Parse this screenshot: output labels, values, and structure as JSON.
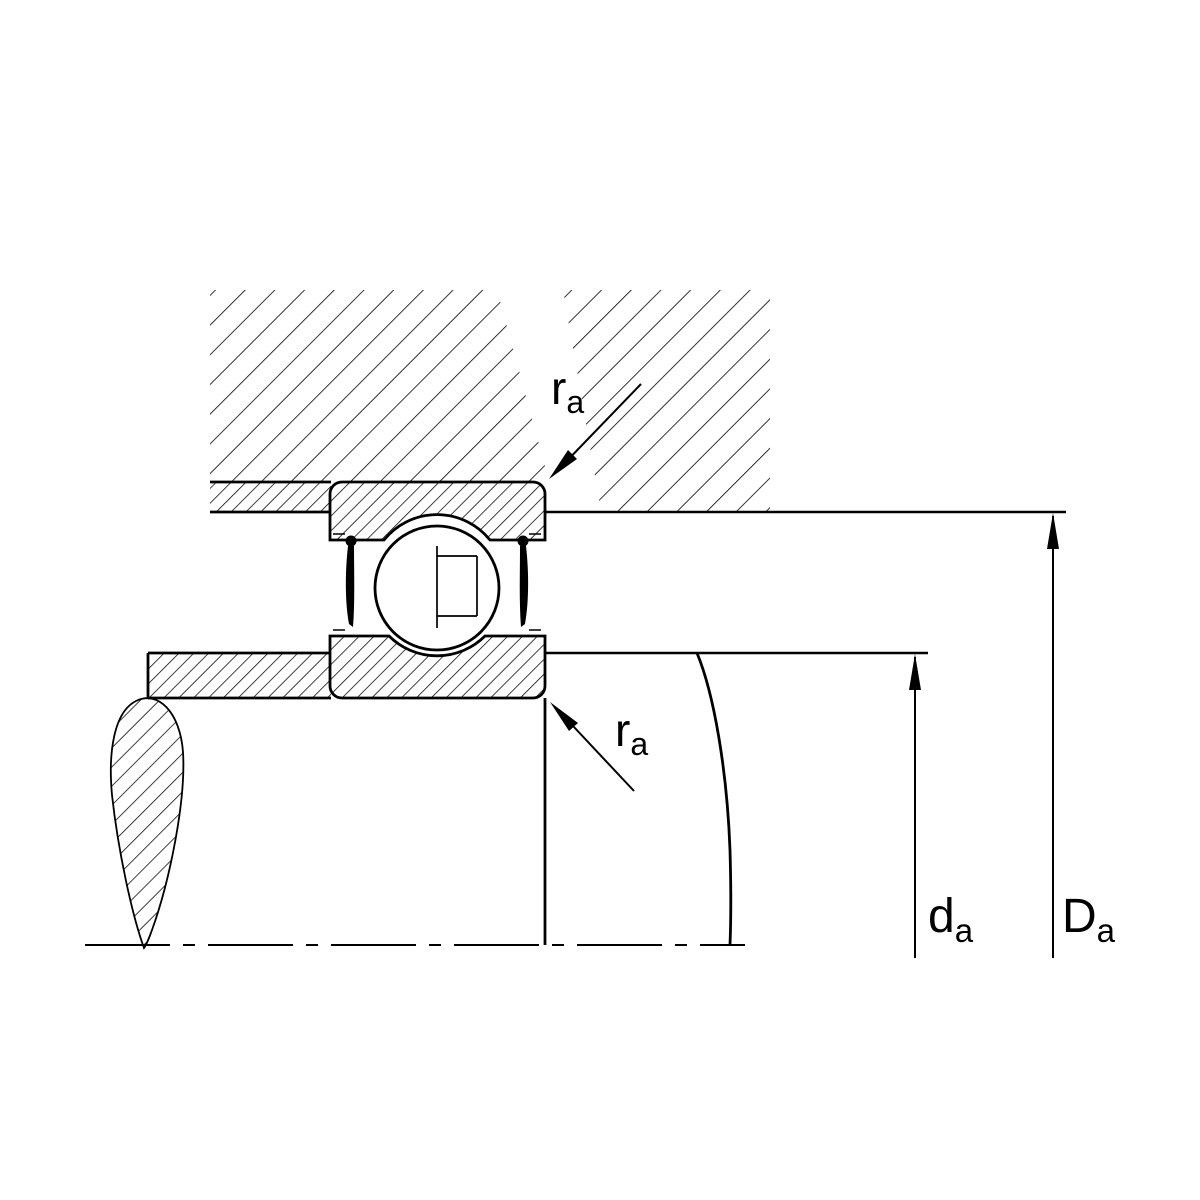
{
  "diagram": {
    "labels": {
      "fillet_radius_top": {
        "main": "r",
        "sub": "a"
      },
      "fillet_radius_bottom": {
        "main": "r",
        "sub": "a"
      },
      "shaft_abutment_diameter": {
        "main": "d",
        "sub": "a"
      },
      "housing_abutment_diameter": {
        "main": "D",
        "sub": "a"
      }
    },
    "colors": {
      "line": "#000000",
      "background": "#ffffff"
    }
  }
}
